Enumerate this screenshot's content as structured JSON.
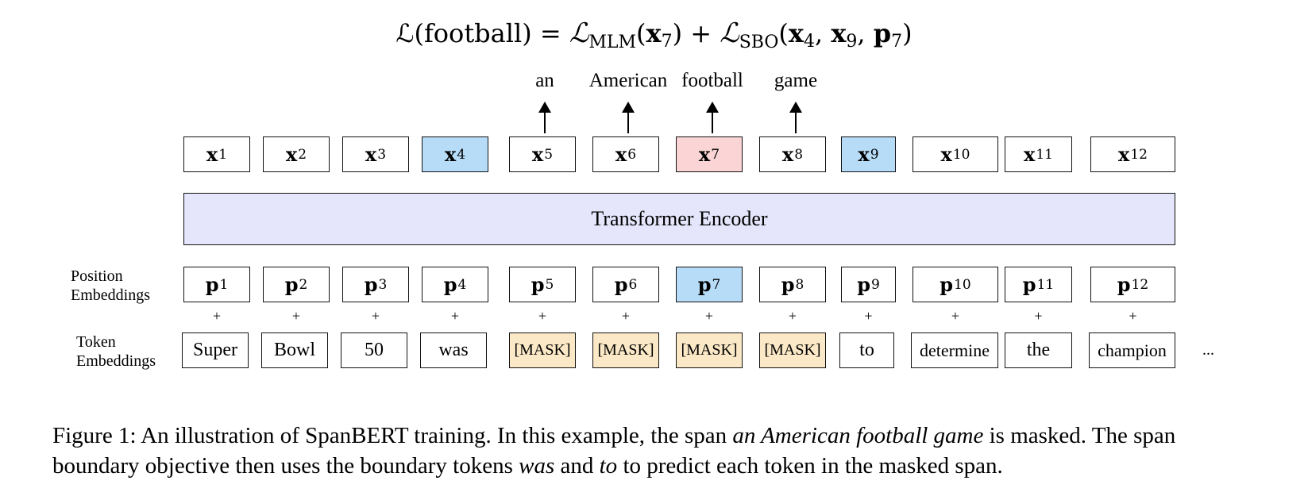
{
  "formula": {
    "lhs": "ℒ(football)",
    "eq": " = ",
    "mlm_symbol": "ℒ",
    "mlm_sub": "MLM",
    "mlm_args": [
      "x",
      "7"
    ],
    "plus": " + ",
    "sbo_symbol": "ℒ",
    "sbo_sub": "SBO",
    "sbo_args_x4": [
      "x",
      "4"
    ],
    "sbo_args_x9": [
      "x",
      "9"
    ],
    "sbo_args_p7": [
      "p",
      "7"
    ]
  },
  "predicted_words": [
    "an",
    "American",
    "football",
    "game"
  ],
  "encoder_label": "Transformer Encoder",
  "row_labels": {
    "position": [
      "Position",
      "Embeddings"
    ],
    "token": [
      "Token",
      "Embeddings"
    ]
  },
  "outputs": [
    {
      "sym": "x",
      "idx": "1",
      "highlight": "none"
    },
    {
      "sym": "x",
      "idx": "2",
      "highlight": "none"
    },
    {
      "sym": "x",
      "idx": "3",
      "highlight": "none"
    },
    {
      "sym": "x",
      "idx": "4",
      "highlight": "blue"
    },
    {
      "sym": "x",
      "idx": "5",
      "highlight": "none"
    },
    {
      "sym": "x",
      "idx": "6",
      "highlight": "none"
    },
    {
      "sym": "x",
      "idx": "7",
      "highlight": "pink"
    },
    {
      "sym": "x",
      "idx": "8",
      "highlight": "none"
    },
    {
      "sym": "x",
      "idx": "9",
      "highlight": "blue"
    },
    {
      "sym": "x",
      "idx": "10",
      "highlight": "none"
    },
    {
      "sym": "x",
      "idx": "11",
      "highlight": "none"
    },
    {
      "sym": "x",
      "idx": "12",
      "highlight": "none"
    }
  ],
  "positions": [
    {
      "sym": "p",
      "idx": "1",
      "highlight": "none"
    },
    {
      "sym": "p",
      "idx": "2",
      "highlight": "none"
    },
    {
      "sym": "p",
      "idx": "3",
      "highlight": "none"
    },
    {
      "sym": "p",
      "idx": "4",
      "highlight": "none"
    },
    {
      "sym": "p",
      "idx": "5",
      "highlight": "none"
    },
    {
      "sym": "p",
      "idx": "6",
      "highlight": "none"
    },
    {
      "sym": "p",
      "idx": "7",
      "highlight": "blue"
    },
    {
      "sym": "p",
      "idx": "8",
      "highlight": "none"
    },
    {
      "sym": "p",
      "idx": "9",
      "highlight": "none"
    },
    {
      "sym": "p",
      "idx": "10",
      "highlight": "none"
    },
    {
      "sym": "p",
      "idx": "11",
      "highlight": "none"
    },
    {
      "sym": "p",
      "idx": "12",
      "highlight": "none"
    }
  ],
  "plus_sign": "+",
  "tokens": [
    {
      "text": "Super",
      "masked": false
    },
    {
      "text": "Bowl",
      "masked": false
    },
    {
      "text": "50",
      "masked": false
    },
    {
      "text": "was",
      "masked": false
    },
    {
      "text": "[MASK]",
      "masked": true
    },
    {
      "text": "[MASK]",
      "masked": true
    },
    {
      "text": "[MASK]",
      "masked": true
    },
    {
      "text": "[MASK]",
      "masked": true
    },
    {
      "text": "to",
      "masked": false
    },
    {
      "text": "determine",
      "masked": false
    },
    {
      "text": "the",
      "masked": false
    },
    {
      "text": "champion",
      "masked": false
    }
  ],
  "ellipsis": "...",
  "caption": {
    "part1": "Figure 1: An illustration of SpanBERT training. In this example, the span ",
    "span_italic": "an American football game",
    "part2": " is masked. The span boundary objective then uses the boundary tokens ",
    "was_italic": "was",
    "part3": " and ",
    "to_italic": "to",
    "part4": " to predict each token in the masked span."
  },
  "colors": {
    "blue": "#b7dcf8",
    "pink": "#fbd5d5",
    "mask": "#fbe8c6",
    "encoder": "#e5e5fb",
    "white": "#ffffff"
  }
}
